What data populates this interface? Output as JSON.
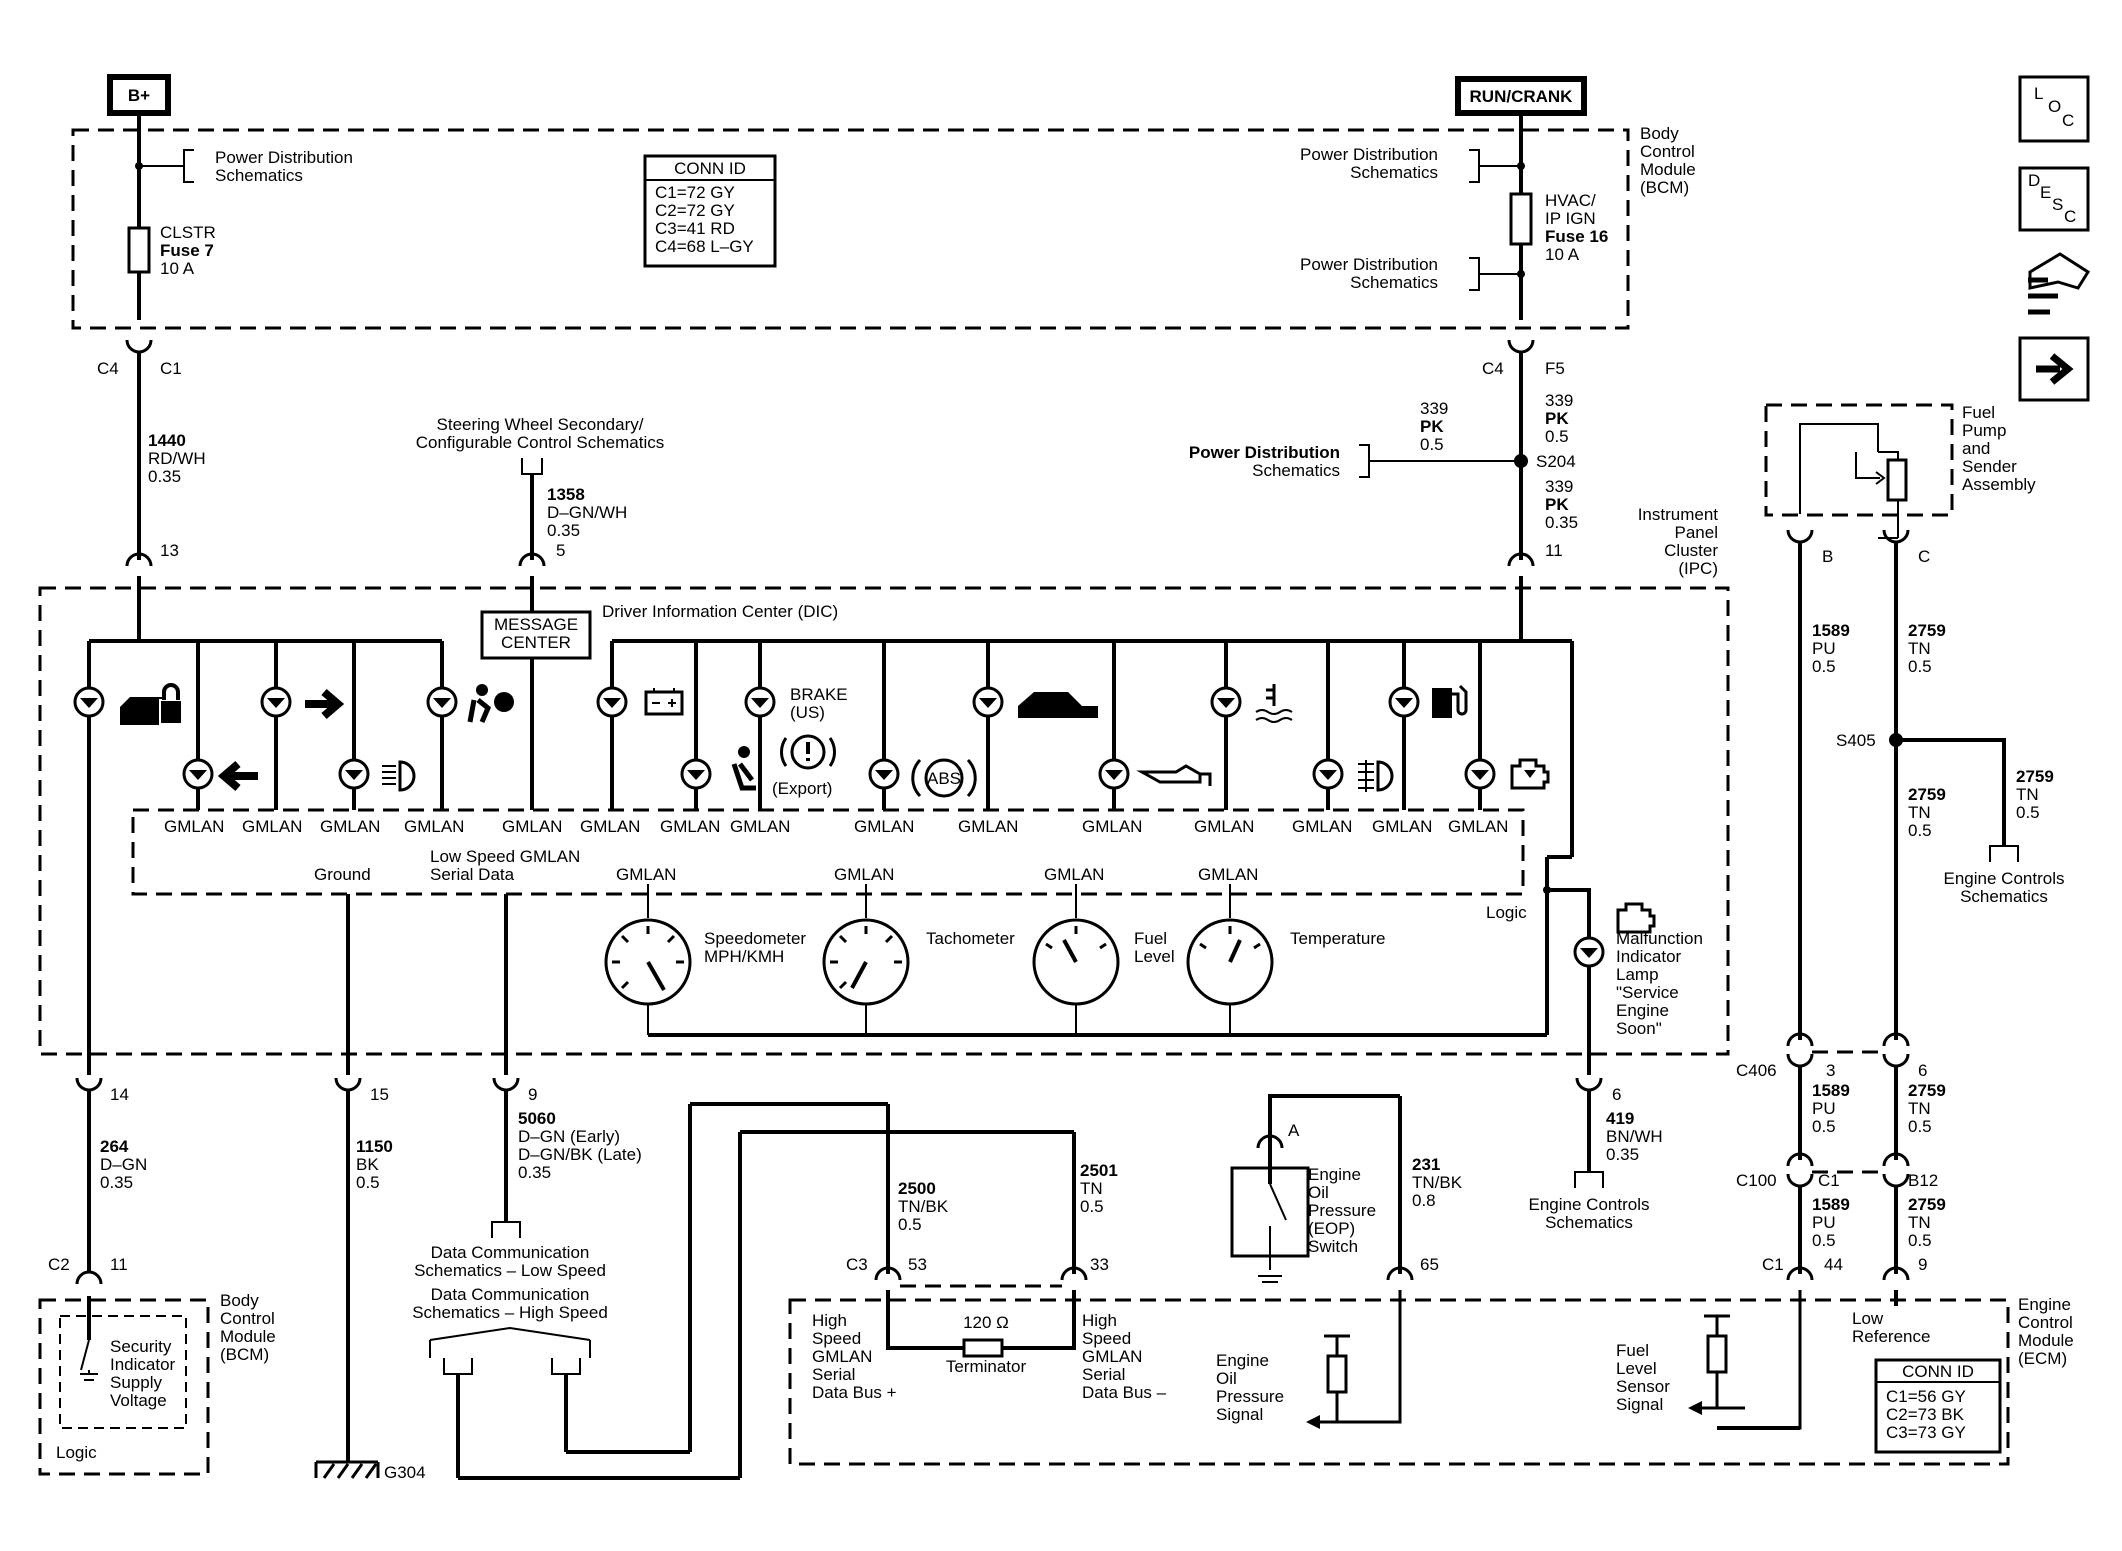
{
  "power": {
    "b_plus": "B+",
    "run_crank": "RUN/CRANK"
  },
  "conn_bcm": {
    "title": "CONN ID",
    "lines": [
      "C1=72 GY",
      "C2=72 GY",
      "C3=41 RD",
      "C4=68 L–GY"
    ]
  },
  "conn_ecm": {
    "title": "CONN ID",
    "lines": [
      "C1=56 GY",
      "C2=73 BK",
      "C3=73 GY"
    ]
  },
  "nav": {
    "loc": "LOC",
    "desc": "DESC"
  },
  "labels": {
    "pds": "Power Distribution",
    "schematics": "Schematics",
    "clstr_fuse": [
      "CLSTR",
      "Fuse 7",
      "10 A"
    ],
    "hvac_fuse": [
      "HVAC/",
      "IP IGN",
      "Fuse 16",
      "10 A"
    ],
    "bcm": [
      "Body",
      "Control",
      "Module",
      "(BCM)"
    ],
    "ecm": [
      "Engine",
      "Control",
      "Module",
      "(ECM)"
    ],
    "ipc": [
      "Instrument",
      "Panel",
      "Cluster",
      "(IPC)"
    ],
    "steering": [
      "Steering Wheel Secondary/",
      "Configurable Control Schematics"
    ],
    "message_center": [
      "MESSAGE",
      "CENTER"
    ],
    "dic": "Driver Information Center (DIC)",
    "brake": [
      "BRAKE",
      "(US)"
    ],
    "export": "(Export)",
    "abs": "ABS",
    "gmlan": "GMLAN",
    "ground": "Ground",
    "low_speed": [
      "Low Speed GMLAN",
      "Serial Data"
    ],
    "logic": "Logic",
    "speedometer": [
      "Speedometer",
      "MPH/KMH"
    ],
    "tachometer": "Tachometer",
    "fuel_level": [
      "Fuel",
      "Level"
    ],
    "temperature": "Temperature",
    "mil": [
      "Malfunction",
      "Indicator",
      "Lamp",
      "\"Service",
      "Engine",
      "Soon\""
    ],
    "fuel_pump": [
      "Fuel",
      "Pump",
      "and",
      "Sender",
      "Assembly"
    ],
    "engine_controls": [
      "Engine Controls",
      "Schematics"
    ],
    "data_comm": [
      "Data Communication",
      "Schematics – Low Speed",
      "Data Communication",
      "Schematics – High Speed"
    ],
    "security": [
      "Security",
      "Indicator",
      "Supply",
      "Voltage"
    ],
    "eop_switch": [
      "Engine",
      "Oil",
      "Pressure",
      "(EOP)",
      "Switch"
    ],
    "hs_plus": [
      "High",
      "Speed",
      "GMLAN",
      "Serial",
      "Data Bus +"
    ],
    "hs_minus": [
      "High",
      "Speed",
      "GMLAN",
      "Serial",
      "Data Bus –"
    ],
    "terminator": [
      "120 Ω",
      "Terminator"
    ],
    "eop_signal": [
      "Engine",
      "Oil",
      "Pressure",
      "Signal"
    ],
    "fuel_sensor": [
      "Fuel",
      "Level",
      "Sensor",
      "Signal"
    ],
    "low_ref": [
      "Low",
      "Reference"
    ],
    "g304": "G304"
  },
  "wires": {
    "w1440": [
      "1440",
      "RD/WH",
      "0.35"
    ],
    "w1358": [
      "1358",
      "D–GN/WH",
      "0.35"
    ],
    "w339a": [
      "339",
      "PK",
      "0.5"
    ],
    "w339b": [
      "339",
      "PK",
      "0.5"
    ],
    "w339c": [
      "339",
      "PK",
      "0.35"
    ],
    "w264": [
      "264",
      "D–GN",
      "0.35"
    ],
    "w1150": [
      "1150",
      "BK",
      "0.5"
    ],
    "w5060": [
      "5060",
      "D–GN (Early)",
      "D–GN/BK (Late)",
      "0.35"
    ],
    "w2500": [
      "2500",
      "TN/BK",
      "0.5"
    ],
    "w2501": [
      "2501",
      "TN",
      "0.5"
    ],
    "w231": [
      "231",
      "TN/BK",
      "0.8"
    ],
    "w419": [
      "419",
      "BN/WH",
      "0.35"
    ],
    "w1589a": [
      "1589",
      "PU",
      "0.5"
    ],
    "w2759a": [
      "2759",
      "TN",
      "0.5"
    ],
    "w2759b": [
      "2759",
      "TN",
      "0.5"
    ],
    "w2759c": [
      "2759",
      "TN",
      "0.5"
    ],
    "w1589b": [
      "1589",
      "PU",
      "0.5"
    ],
    "w2759d": [
      "2759",
      "TN",
      "0.5"
    ],
    "w1589c": [
      "1589",
      "PU",
      "0.5"
    ],
    "w2759e": [
      "2759",
      "TN",
      "0.5"
    ]
  },
  "pins": {
    "c4": "C4",
    "c1": "C1",
    "f5": "F5",
    "c2": "C2",
    "c3": "C3",
    "c406": "C406",
    "c100": "C100",
    "b12": "B12",
    "p13": "13",
    "p5": "5",
    "p11": "11",
    "p14": "14",
    "p15": "15",
    "p9": "9",
    "p6": "6",
    "p3": "3",
    "pB": "B",
    "pC": "C",
    "pA": "A",
    "p53": "53",
    "p33": "33",
    "p65": "65",
    "p44": "44"
  },
  "splices": {
    "s204": "S204",
    "s405": "S405"
  }
}
